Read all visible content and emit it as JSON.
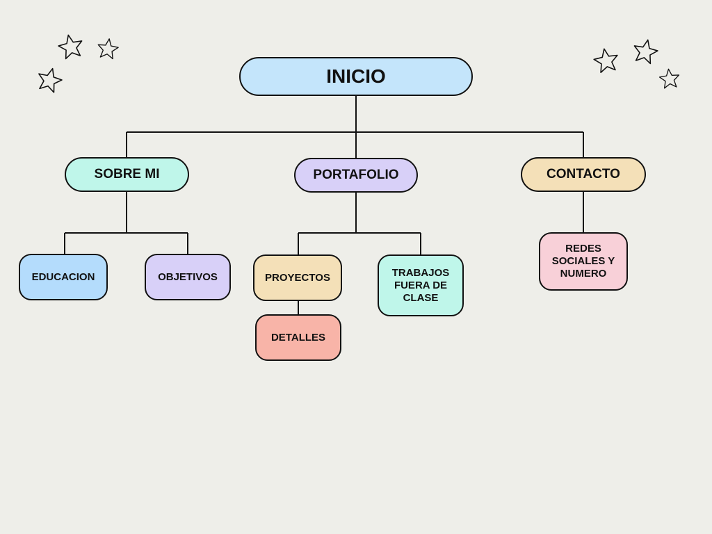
{
  "diagram": {
    "root": {
      "label": "INICIO",
      "color": "#c4e5fb"
    },
    "branches": [
      {
        "label": "SOBRE MI",
        "color": "#bff6ea",
        "children": [
          {
            "label": "EDUCACION",
            "color": "#b4dcfc"
          },
          {
            "label": "OBJETIVOS",
            "color": "#d8d0f8"
          }
        ]
      },
      {
        "label": "PORTAFOLIO",
        "color": "#d8d0f8",
        "children": [
          {
            "label": "PROYECTOS",
            "color": "#f4e0b8",
            "children": [
              {
                "label": "DETALLES",
                "color": "#f8b4a8"
              }
            ]
          },
          {
            "label": "TRABAJOS FUERA DE CLASE",
            "color": "#bff6ea"
          }
        ]
      },
      {
        "label": "CONTACTO",
        "color": "#f4e0b8",
        "children": [
          {
            "label": "REDES SOCIALES Y NUMERO",
            "color": "#f8d0d8"
          }
        ]
      }
    ]
  },
  "decorations": {
    "star_icon": "star-outline-icon",
    "star_count": 6
  }
}
